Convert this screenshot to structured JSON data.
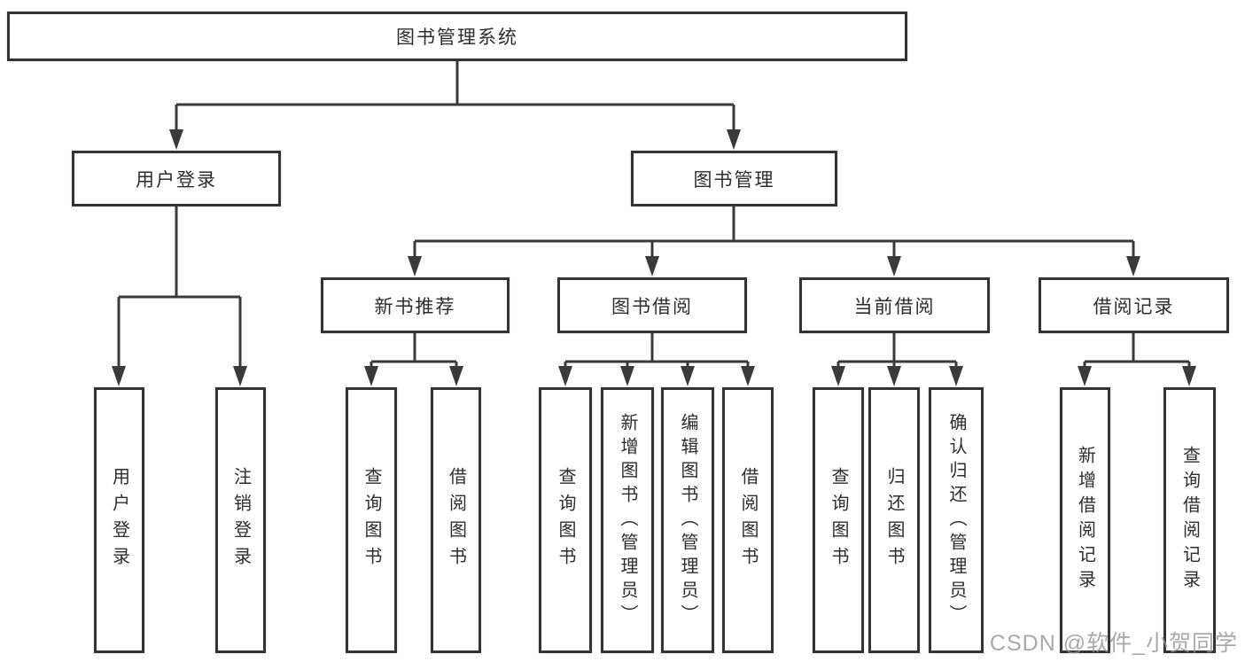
{
  "diagram": {
    "tree": {
      "label": "图书管理系统",
      "children": [
        {
          "label": "用户登录",
          "children": [
            {
              "label": "用户登录"
            },
            {
              "label": "注销登录"
            }
          ]
        },
        {
          "label": "图书管理",
          "children": [
            {
              "label": "新书推荐",
              "children": [
                {
                  "label": "查询图书"
                },
                {
                  "label": "借阅图书"
                }
              ]
            },
            {
              "label": "图书借阅",
              "children": [
                {
                  "label": "查询图书"
                },
                {
                  "label": "新增图书（管理员）"
                },
                {
                  "label": "编辑图书（管理员）"
                },
                {
                  "label": "借阅图书"
                }
              ]
            },
            {
              "label": "当前借阅",
              "children": [
                {
                  "label": "查询图书"
                },
                {
                  "label": "归还图书"
                },
                {
                  "label": "确认归还（管理员）"
                }
              ]
            },
            {
              "label": "借阅记录",
              "children": [
                {
                  "label": "新增借阅记录"
                },
                {
                  "label": "查询借阅记录"
                }
              ]
            }
          ]
        }
      ]
    }
  },
  "watermark": {
    "text": "CSDN @软件_小贺同学"
  }
}
